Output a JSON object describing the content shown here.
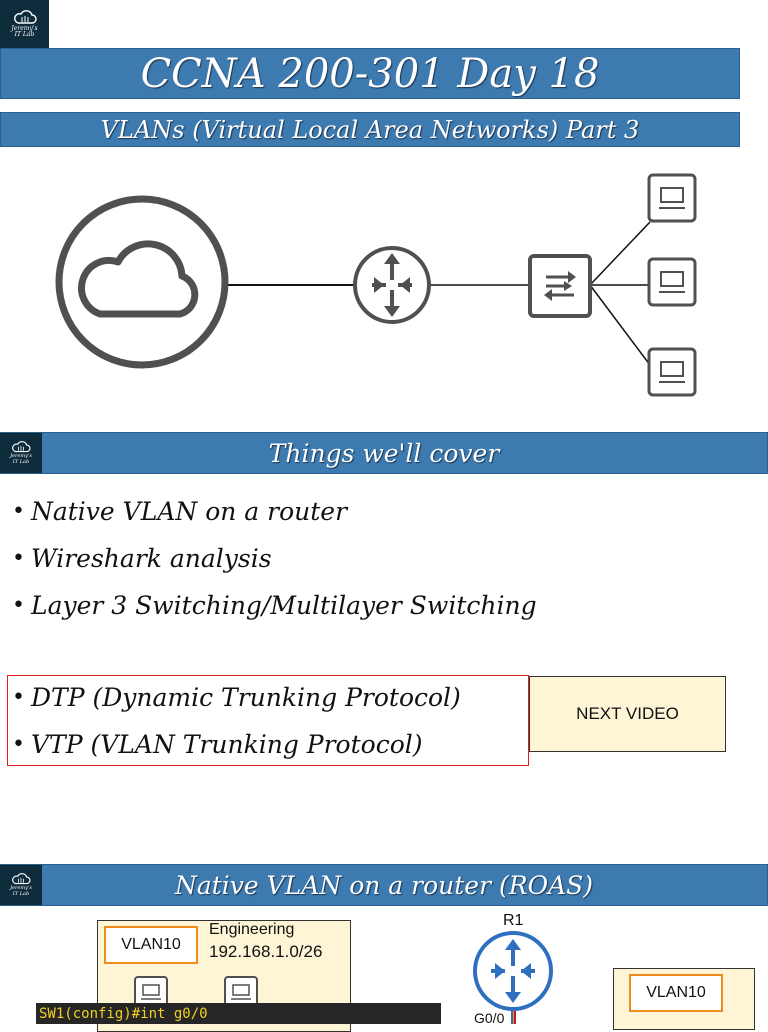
{
  "brand": {
    "logo_line1": "Jeremy's",
    "logo_line2": "IT Lab"
  },
  "slide1": {
    "title": "CCNA 200-301 Day 18",
    "subtitle": "VLANs (Virtual Local Area Networks) Part 3",
    "diagram_icons": [
      "cloud-icon",
      "router-icon",
      "switch-icon",
      "pc-icon"
    ]
  },
  "slide2": {
    "title": "Things we'll cover",
    "bullets": [
      "Native VLAN on a router",
      "Wireshark analysis",
      "Layer 3 Switching/Multilayer Switching"
    ],
    "later_bullets": [
      "DTP (Dynamic Trunking Protocol)",
      "VTP (VLAN Trunking Protocol)"
    ],
    "note": "NEXT VIDEO",
    "highlight_color": "#e02020",
    "note_color": "#fdf5d5"
  },
  "slide3": {
    "title": "Native VLAN on a router (ROAS)",
    "vlan_left": "VLAN10",
    "dept": "Engineering",
    "subnet": "192.168.1.0/26",
    "router_label": "R1",
    "router_if": "G0/0",
    "vlan_right": "VLAN10",
    "console_line": "SW1(config)#int g0/0"
  },
  "colors": {
    "banner": "#3d7ab0",
    "router": "#2f6fc0",
    "vlan_border": "#f08c1e"
  }
}
